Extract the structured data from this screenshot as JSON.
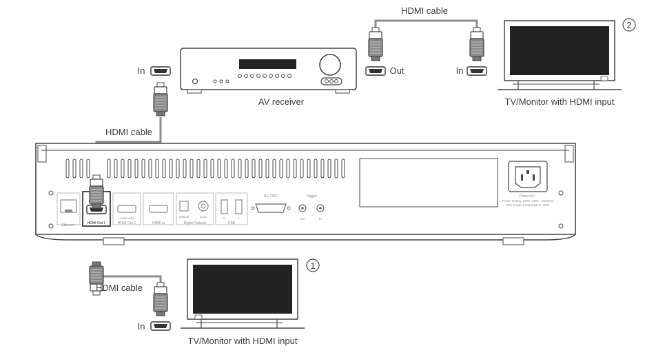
{
  "labels": {
    "hdmi_cable_top": "HDMI cable",
    "hdmi_cable_mid": "HDMI cable",
    "hdmi_cable_low": "HDMI cable",
    "in_receiver": "In",
    "out_receiver": "Out",
    "in_tv2": "In",
    "in_tv1": "In",
    "av_receiver": "AV receiver",
    "tv2_caption": "TV/Monitor with HDMI input",
    "tv1_caption": "TV/Monitor with HDMI input",
    "marker_1": "1",
    "marker_2": "2"
  },
  "player_panel": {
    "ethernet": "Ethernet",
    "hdmi_out_1": "HDMI Out 1",
    "hdmi_out_2": "HDMI Out 2",
    "audio_only": "Audio only",
    "hdmi_in": "HDMI In",
    "optical": "Optical",
    "coax": "Coax",
    "digital_outputs": "Digital Outputs",
    "usb": "USB",
    "usb_1": "1",
    "usb_2": "2",
    "rs232": "RS-232C",
    "trigger": "Trigger",
    "trigger_out": "Out",
    "trigger_in": "In",
    "power_ac": "Power AC~",
    "power_rating": "Power Rating: 100V~240V - 50/60Hz",
    "max_power": "Max Power Consumption: 35W"
  }
}
